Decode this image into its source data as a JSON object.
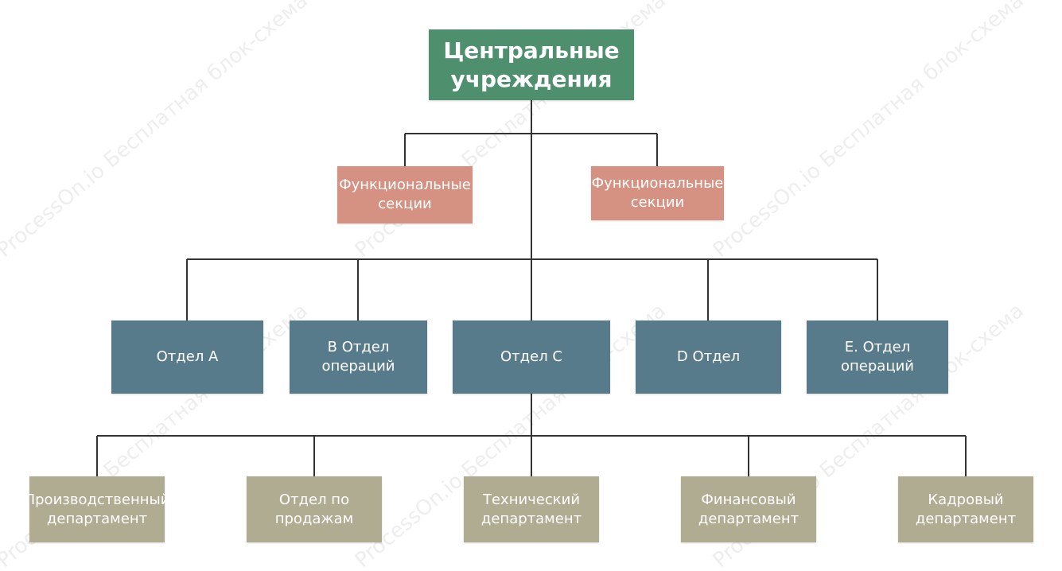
{
  "watermark": {
    "text": "ProcessOn.io Бесплатная блок-схема"
  },
  "colors": {
    "root": "#4e8f6e",
    "functional": "#d59282",
    "department": "#587b8b",
    "subdepartment": "#b0ac92",
    "connector": "#333333"
  },
  "root": {
    "label": "Центральные учреждения"
  },
  "functional_sections": [
    {
      "label": "Функциональные секции"
    },
    {
      "label": "Функциональные секции"
    }
  ],
  "departments": [
    {
      "label": "Отдел A"
    },
    {
      "label": "B Отдел операций"
    },
    {
      "label": "Отдел C"
    },
    {
      "label": "D Отдел"
    },
    {
      "label": "E. Отдел операций"
    }
  ],
  "subdepartments": [
    {
      "label": "Производственный департамент"
    },
    {
      "label": "Отдел по продажам"
    },
    {
      "label": "Технический департамент"
    },
    {
      "label": "Финансовый департамент"
    },
    {
      "label": "Кадровый департамент"
    }
  ]
}
